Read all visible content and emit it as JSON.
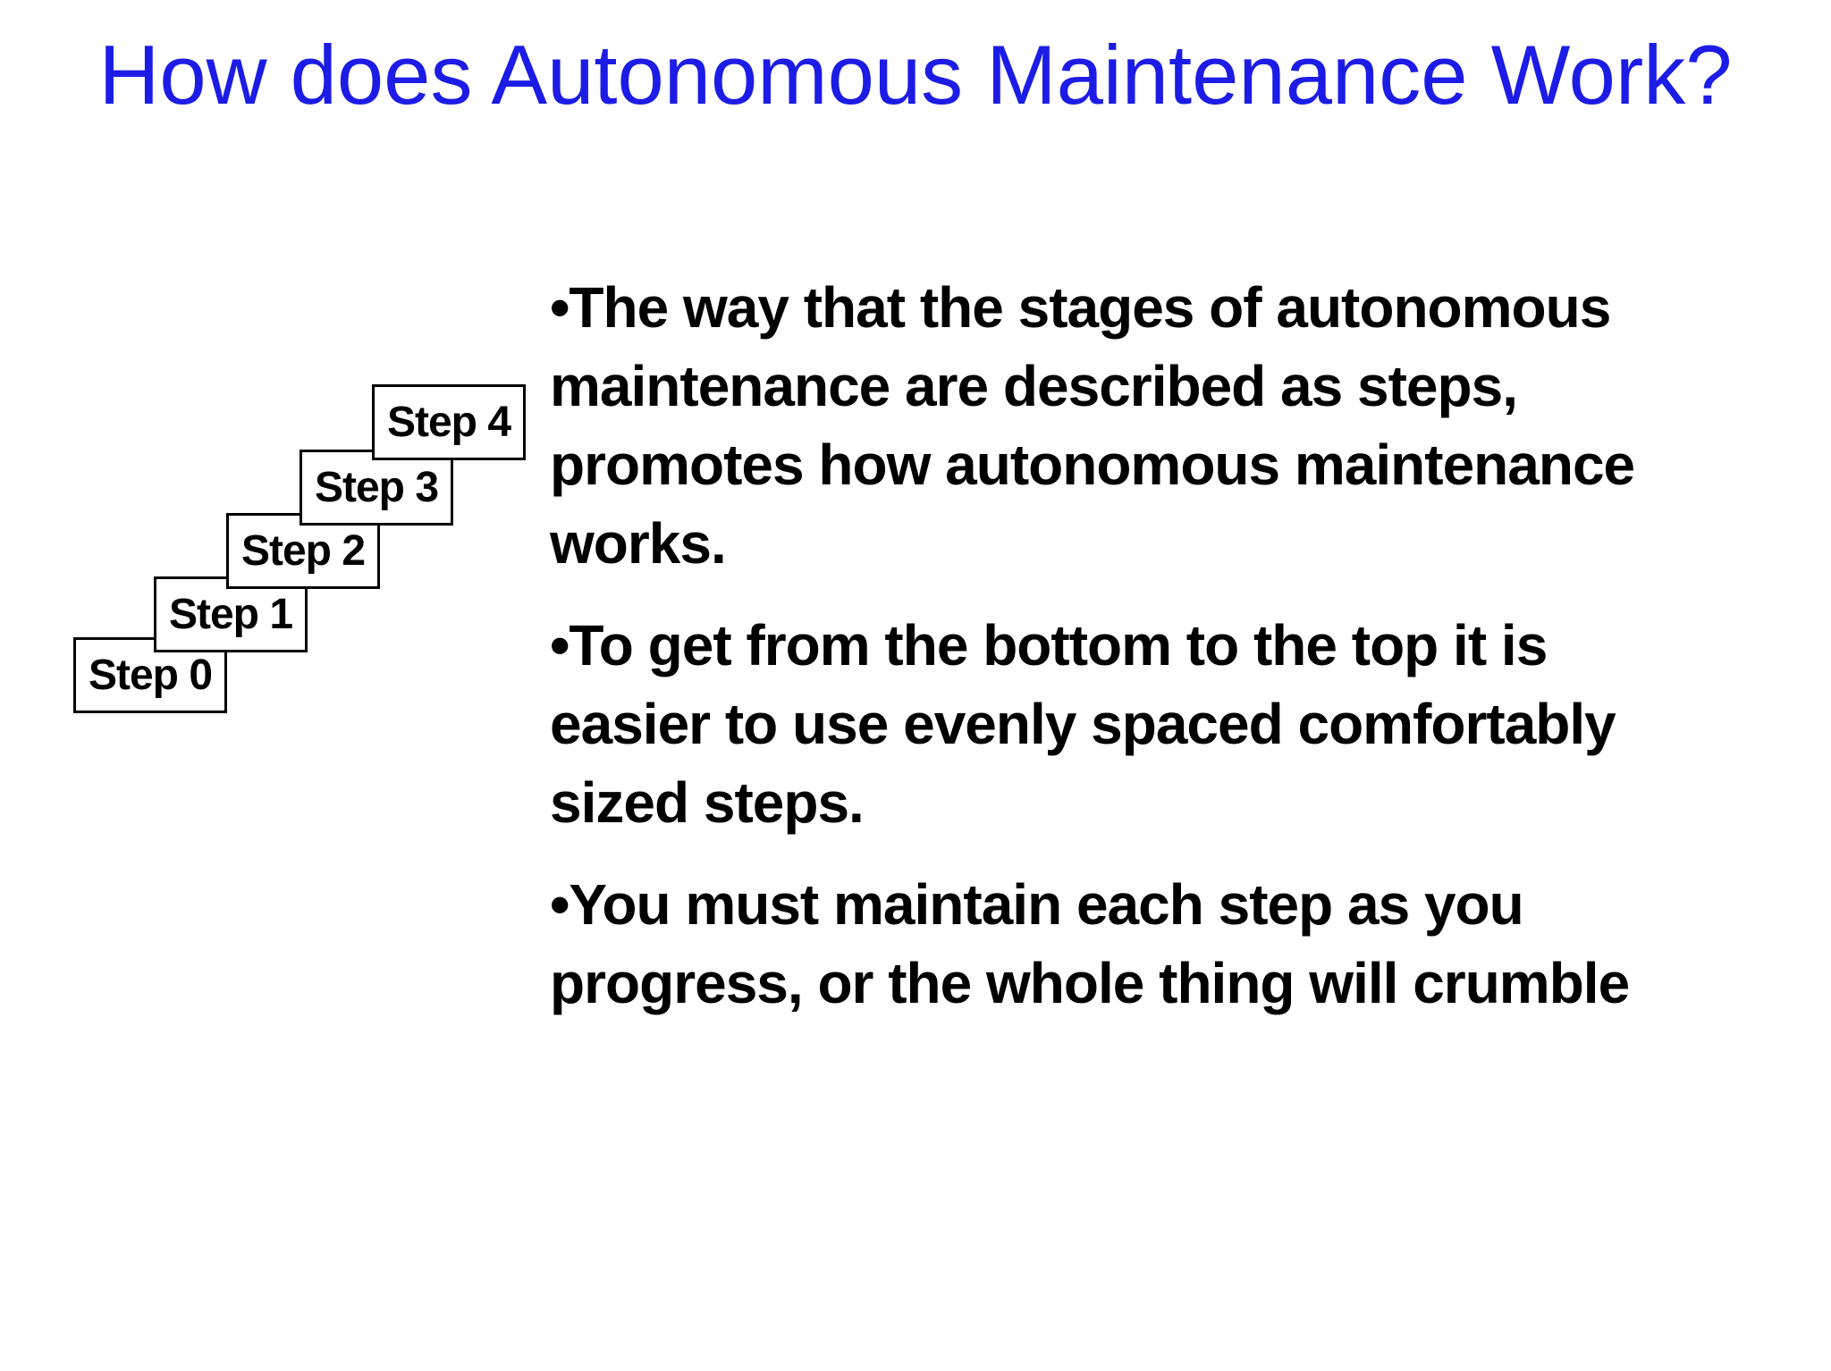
{
  "slide": {
    "title": "How does Autonomous Maintenance Work?",
    "title_color": "#1c1ce6",
    "text_color": "#000000",
    "background_color": "#ffffff",
    "steps": [
      {
        "label": "Step 0"
      },
      {
        "label": "Step 1"
      },
      {
        "label": "Step 2"
      },
      {
        "label": "Step 3"
      },
      {
        "label": "Step 4"
      }
    ],
    "bullets": [
      {
        "text": "•The way that the stages of autonomous\nmaintenance are described as steps,\npromotes how autonomous maintenance\nworks."
      },
      {
        "text": "•To get from the bottom to the top it is\neasier to use evenly spaced comfortably\nsized steps."
      },
      {
        "text": "•You must maintain each step as you\nprogress, or the whole thing will crumble"
      }
    ]
  }
}
